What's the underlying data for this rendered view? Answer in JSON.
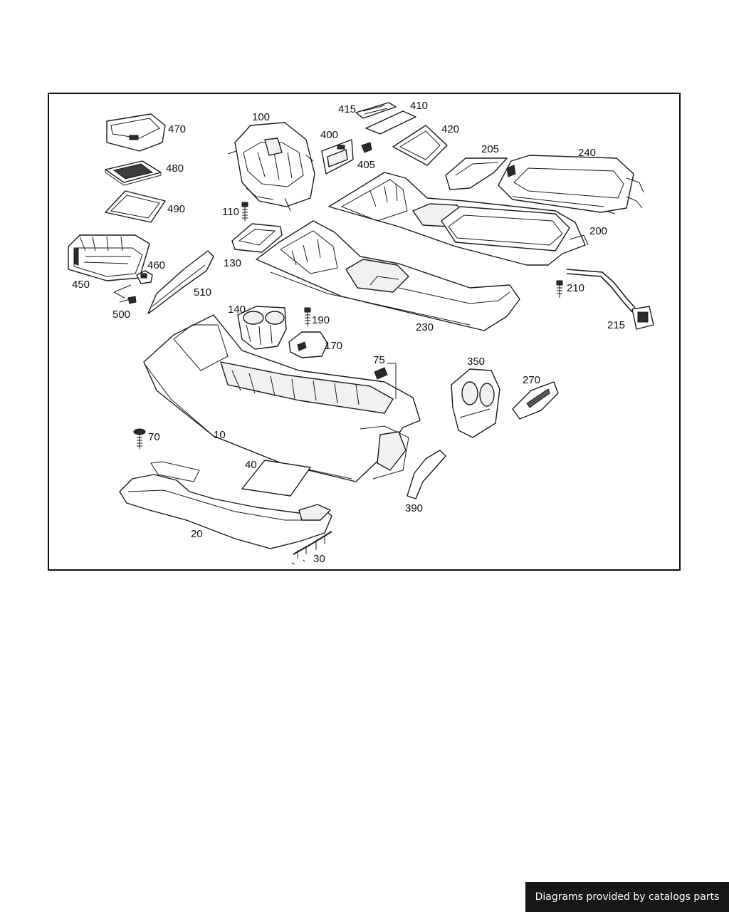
{
  "diagram": {
    "callouts": {
      "c10": "10",
      "c20": "20",
      "c30": "30",
      "c40": "40",
      "c70": "70",
      "c75": "75",
      "c100": "100",
      "c110": "110",
      "c130": "130",
      "c140": "140",
      "c170": "170",
      "c190": "190",
      "c200": "200",
      "c205": "205",
      "c210": "210",
      "c215": "215",
      "c230": "230",
      "c240": "240",
      "c270": "270",
      "c350": "350",
      "c390": "390",
      "c400": "400",
      "c405": "405",
      "c410": "410",
      "c415": "415",
      "c420": "420",
      "c450": "450",
      "c460": "460",
      "c470": "470",
      "c480": "480",
      "c490": "490",
      "c500": "500",
      "c510": "510"
    }
  },
  "footer": {
    "credit": "Diagrams provided by catalogs parts"
  },
  "colors": {
    "line": "#1a1a1a",
    "badge_background": "#161616",
    "badge_text": "#ffffff"
  }
}
